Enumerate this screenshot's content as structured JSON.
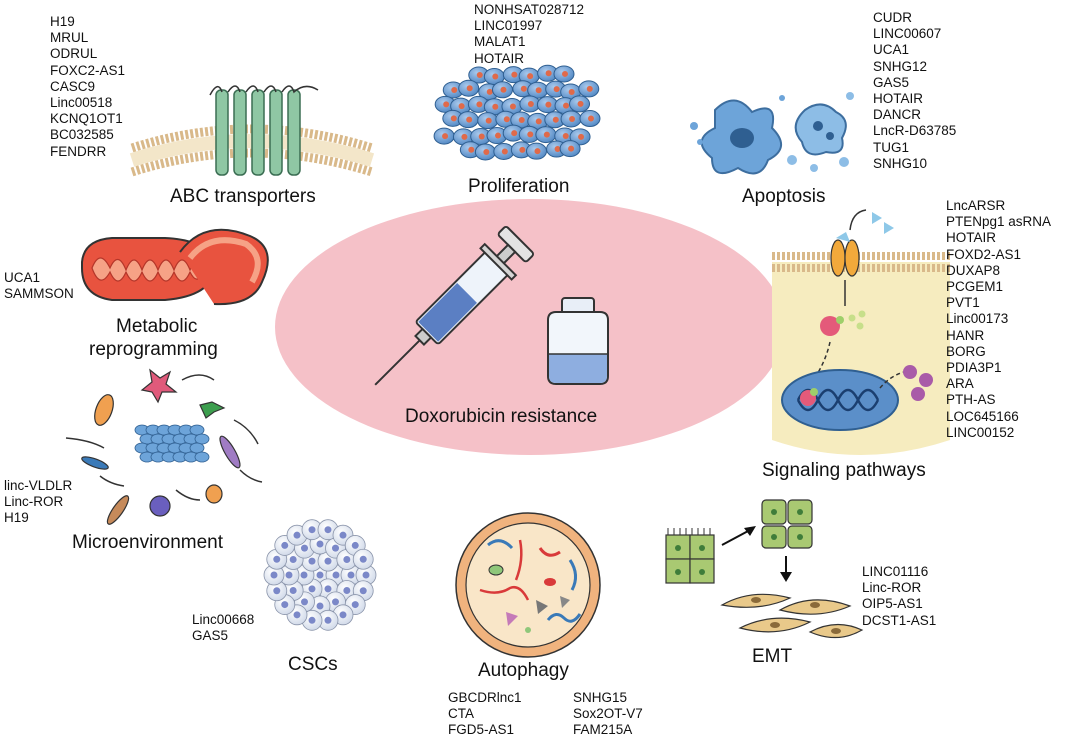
{
  "center": {
    "label": "Doxorubicin resistance"
  },
  "abc": {
    "title": "ABC transporters",
    "genes": [
      "H19",
      "MRUL",
      "ODRUL",
      "FOXC2-AS1",
      "CASC9",
      "Linc00518",
      "KCNQ1OT1",
      "BC032585",
      "FENDRR"
    ]
  },
  "proliferation": {
    "title": "Proliferation",
    "genes": [
      "NONHSAT028712",
      "LINC01997",
      "MALAT1",
      "HOTAIR"
    ]
  },
  "apoptosis": {
    "title": "Apoptosis",
    "genes": [
      "CUDR",
      "LINC00607",
      "UCA1",
      "SNHG12",
      "GAS5",
      "HOTAIR",
      "DANCR",
      "LncR-D63785",
      "TUG1",
      "SNHG10"
    ]
  },
  "metabolic": {
    "title_line1": "Metabolic",
    "title_line2": "reprogramming",
    "genes": [
      "UCA1",
      "SAMMSON"
    ]
  },
  "signaling": {
    "title": "Signaling pathways",
    "genes": [
      "LncARSR",
      "PTENpg1 asRNA",
      "HOTAIR",
      "FOXD2-AS1",
      "DUXAP8",
      "PCGEM1",
      "PVT1",
      "Linc00173",
      "HANR",
      "BORG",
      "PDIA3P1",
      "ARA",
      "PTH-AS",
      "LOC645166",
      "LINC00152"
    ]
  },
  "microenvironment": {
    "title": "Microenvironment",
    "genes": [
      "linc-VLDLR",
      "Linc-ROR",
      "H19"
    ]
  },
  "cscs": {
    "title": "CSCs",
    "genes": [
      "Linc00668",
      "GAS5"
    ]
  },
  "autophagy": {
    "title": "Autophagy",
    "genes_left": [
      "GBCDRlnc1",
      "CTA",
      "FGD5-AS1"
    ],
    "genes_right": [
      "SNHG15",
      "Sox2OT-V7",
      "FAM215A"
    ]
  },
  "emt": {
    "title": "EMT",
    "genes": [
      "LINC01116",
      "Linc-ROR",
      "OIP5-AS1",
      "DCST1-AS1"
    ]
  },
  "colors": {
    "center_fill": "#f5c1c8",
    "membrane": "#d9b98a",
    "cell_blue": "#5b8fc9",
    "nucleus_red": "#e06a4a",
    "transporter": "#8fc7a4",
    "mito": "#e8533f",
    "emt_green": "#a9c972",
    "autophagy_ring": "#f0b37e",
    "cytoplasm": "#f6ecbf"
  }
}
